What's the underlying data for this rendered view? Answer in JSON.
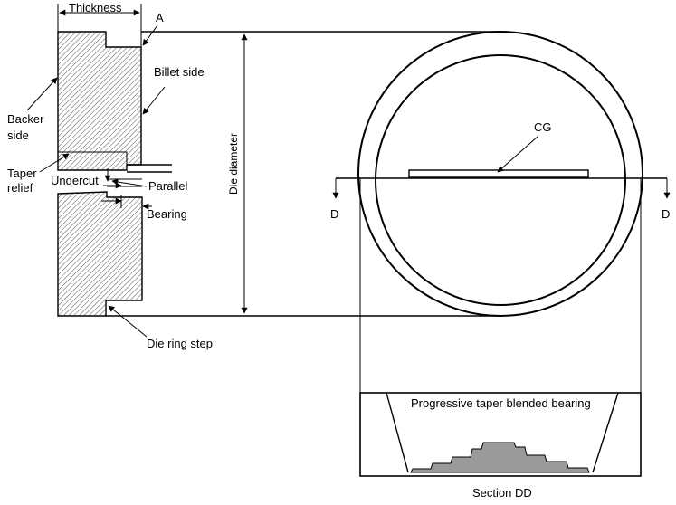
{
  "labels": {
    "thickness": "Thickness",
    "a": "A",
    "billet_side": "Billet side",
    "backer_side_line1": "Backer",
    "backer_side_line2": "side",
    "taper_relief_line1": "Taper",
    "taper_relief_line2": "relief",
    "undercut": "Undercut",
    "parallel": "Parallel",
    "bearing": "Bearing",
    "die_ring_step": "Die ring step",
    "die_diameter": "Die diameter",
    "cg": "CG",
    "d_left": "D",
    "d_right": "D",
    "progressive_taper": "Progressive taper blended bearing",
    "section_dd": "Section DD"
  },
  "colors": {
    "line": "#000000",
    "hatch": "#555555",
    "bearing_fill": "#9a9a9a",
    "background": "#ffffff"
  }
}
